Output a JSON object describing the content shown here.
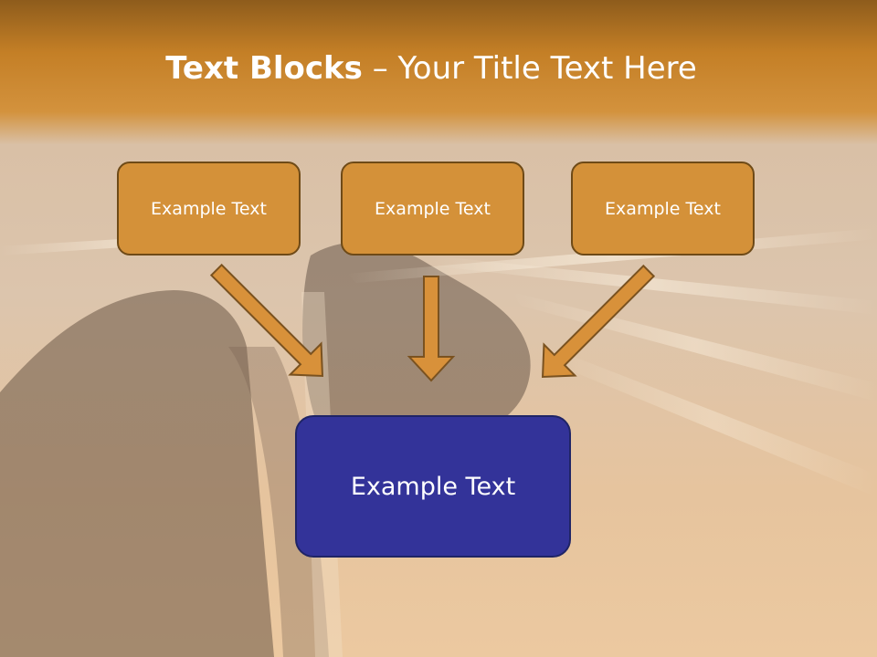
{
  "slide": {
    "title_bold": "Text Blocks",
    "title_dash": " – ",
    "title_rest": "Your Title Text Here",
    "top_boxes": [
      {
        "text": "Example Text"
      },
      {
        "text": "Example Text"
      },
      {
        "text": "Example Text"
      }
    ],
    "bottom_box": {
      "text": "Example Text"
    }
  },
  "colors": {
    "header_band": "#b9791f",
    "top_box_fill": "#d49139",
    "top_box_border": "#6e4a17",
    "bottom_box_fill": "#333399",
    "arrow_fill": "#d8913a"
  }
}
